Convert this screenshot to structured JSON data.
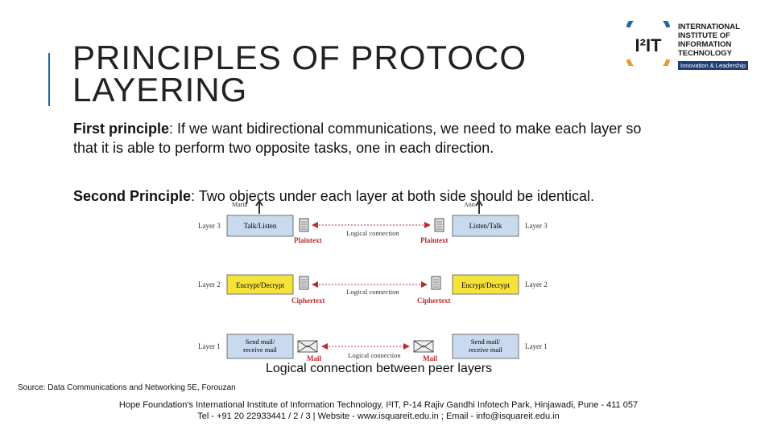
{
  "title": {
    "line1": "PRINCIPLES OF PROTOCO",
    "line2": "LAYERING"
  },
  "logo": {
    "mark": "I²IT",
    "lines": [
      "INTERNATIONAL",
      "INSTITUTE OF",
      "INFORMATION",
      "TECHNOLOGY"
    ],
    "tagline": "Innovation & Leadership"
  },
  "principles": [
    {
      "heading": "First principle",
      "text": ": If we want bidirectional communications, we need to make each layer so that it is able to perform two opposite tasks, one in each direction."
    },
    {
      "heading": "Second Principle",
      "text": ": Two objects under each layer at both side should be identical."
    }
  ],
  "diagram": {
    "left_user": "Maria",
    "right_user": "Ann",
    "layers": [
      {
        "name": "Layer 3",
        "left_box": "Talk/Listen",
        "right_box": "Listen/Talk",
        "object": "Plaintext",
        "connection": "Logical connection"
      },
      {
        "name": "Layer 2",
        "left_box": "Encrypt/Decrypt",
        "right_box": "Encrypt/Decrypt",
        "object": "Ciphertext",
        "connection": "Logical connection"
      },
      {
        "name": "Layer 1",
        "left_box": "Send mail/ receive mail",
        "right_box": "Send mail/ receive mail",
        "object": "Mail",
        "connection": "Logical connection"
      }
    ],
    "colors": {
      "box_blue": "#c9d9ee",
      "box_yellow": "#f6e33a",
      "label_red": "#c0282b"
    }
  },
  "caption": "Logical connection between peer layers",
  "source": "Source: Data Communications and Networking 5E, Forouzan",
  "footer": {
    "line1": "Hope Foundation's International Institute of Information Technology, I²IT,  P-14 Rajiv Gandhi Infotech Park, Hinjawadi, Pune - 411 057",
    "line2": "Tel - +91 20 22933441 / 2 / 3 | Website - www.isquareit.edu.in ; Email - info@isquareit.edu.in"
  }
}
